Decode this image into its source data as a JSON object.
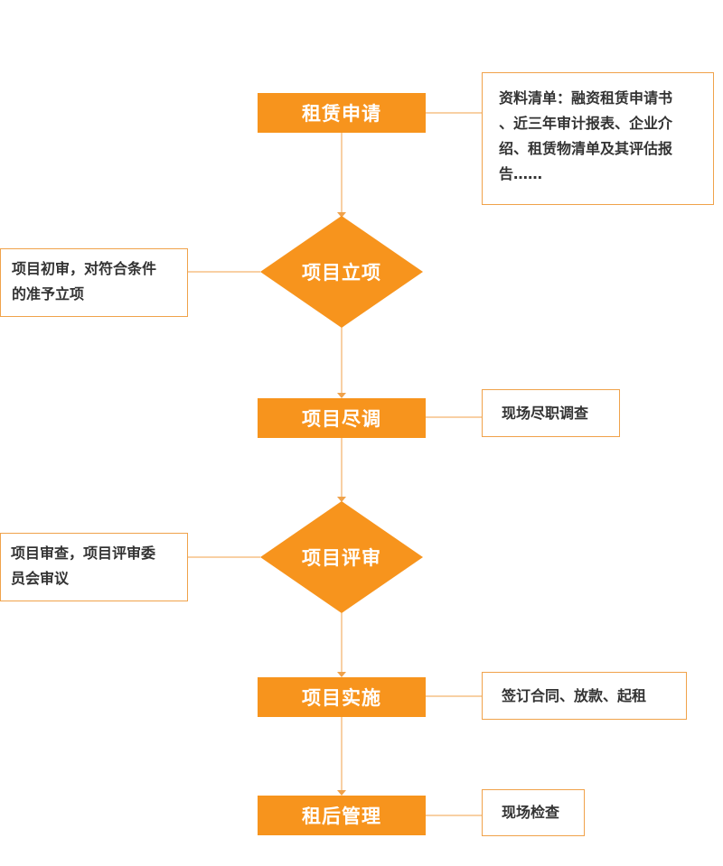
{
  "colors": {
    "step_fill": "#f7941d",
    "connector": "#f0a24a",
    "note_border": "#f0a24a",
    "note_text": "#333333",
    "step_text": "#ffffff"
  },
  "steps": {
    "s1": "租赁申请",
    "s2": "项目立项",
    "s3": "项目尽调",
    "s4": "项目评审",
    "s5": "项目实施",
    "s6": "租后管理"
  },
  "notes": {
    "n1_lines": [
      "资料清单：融资租赁申请书",
      "、近三年审计报表、企业介",
      "绍、租赁物清单及其评估报",
      "告……"
    ],
    "n2_lines": [
      "项目初审，对符合条件",
      "的准予立项"
    ],
    "n3": "现场尽职调查",
    "n4_lines": [
      "项目审查，项目评审委",
      "员会审议"
    ],
    "n5": "签订合同、放款、起租",
    "n6": "现场检查"
  }
}
